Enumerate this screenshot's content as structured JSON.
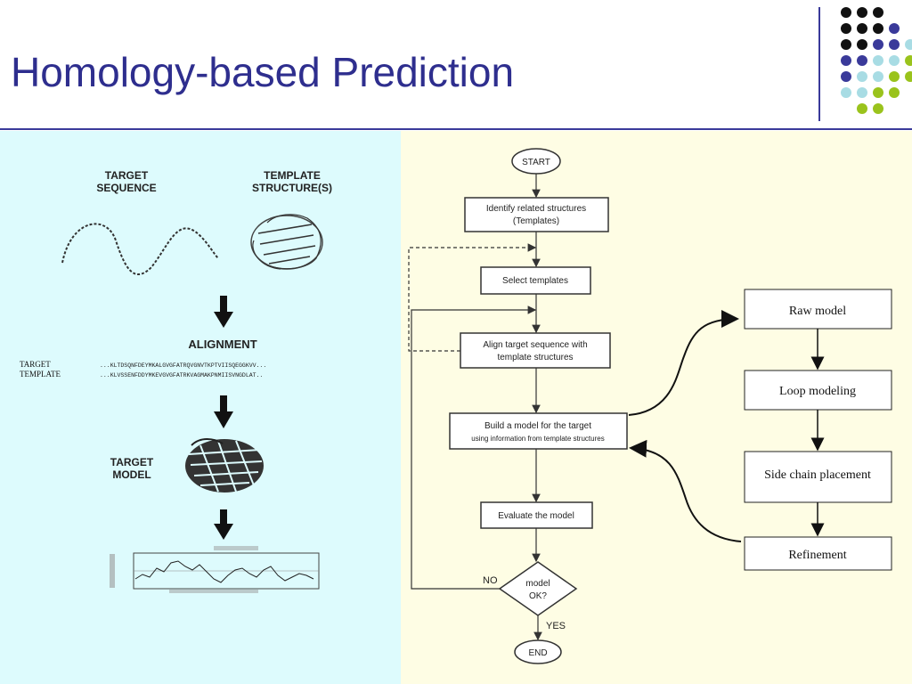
{
  "slide": {
    "title": "Homology-based Prediction",
    "colors": {
      "accent": "#2e2e8e",
      "left_bg": "#ddfbfd",
      "right_bg": "#fefde4",
      "dot_black": "#111111",
      "dot_purple": "#3a3a9a",
      "dot_cyan": "#a8dce4",
      "dot_green": "#9ac31c"
    }
  },
  "left_figure": {
    "target_sequence": [
      "TARGET",
      "SEQUENCE"
    ],
    "template_structures": [
      "TEMPLATE",
      "STRUCTURE(S)"
    ],
    "alignment": "ALIGNMENT",
    "align_target_label": "TARGET",
    "align_template_label": "TEMPLATE",
    "align_target_seq": "...KLTDSQNFDEYMKALGVGFATRQVGNVTKPTVIISQEGGKVV...",
    "align_template_seq": "...KLVSSENFDDYMKEVGVGFATRKVAGMAKPNMIISVNGDLAT..",
    "target_model": [
      "TARGET",
      "MODEL"
    ]
  },
  "flowchart": {
    "start": "START",
    "identify": [
      "Identify related structures",
      "(Templates)"
    ],
    "select": "Select templates",
    "align": [
      "Align target sequence with",
      "template structures"
    ],
    "build": [
      "Build a model for the target",
      "using information from template structures"
    ],
    "evaluate": "Evaluate the model",
    "decision": [
      "model",
      "OK?"
    ],
    "no": "NO",
    "yes": "YES",
    "end": "END"
  },
  "side_steps": [
    "Raw model",
    "Loop modeling",
    "Side chain placement",
    "Refinement"
  ]
}
